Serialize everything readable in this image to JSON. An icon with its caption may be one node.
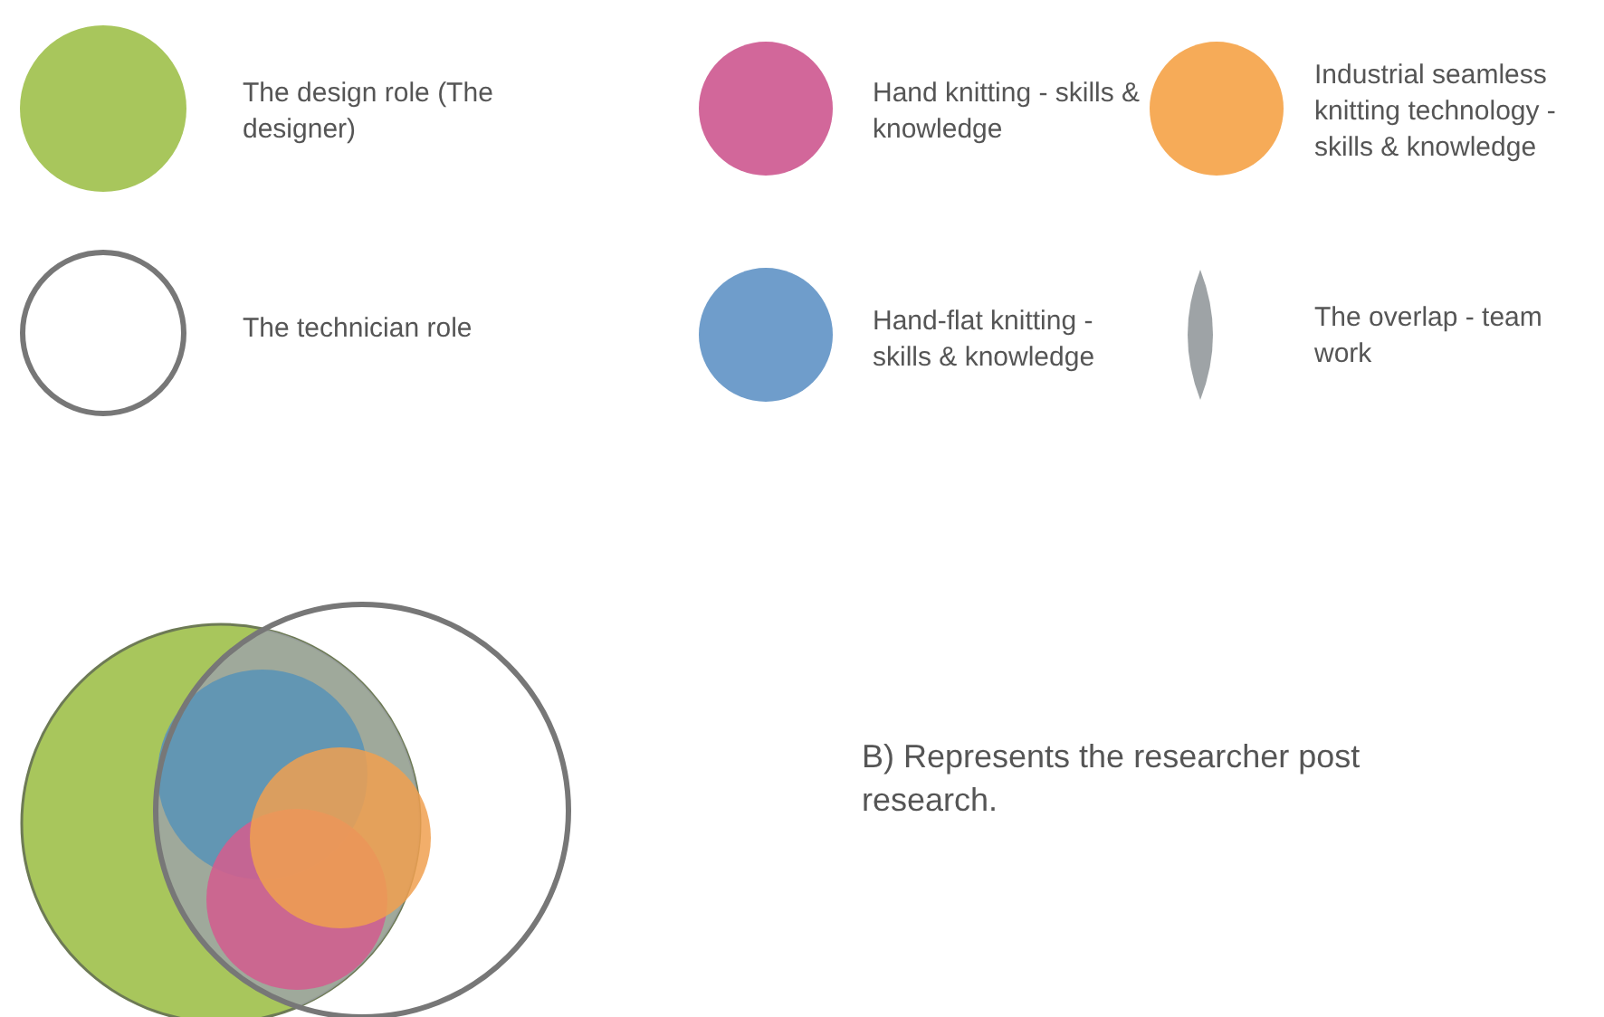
{
  "diagram": {
    "labels": [
      "B) Represents the researcher post research."
    ],
    "legend": [
      {
        "text": "The design role (The designer)",
        "color": "#a8c65c"
      },
      {
        "text": "Hand knitting - skills & knowledge",
        "color": "#d2679a"
      },
      {
        "text": "Industrial seamless knitting technology - skills & knowledge",
        "color": "#f6ab58"
      },
      {
        "text": "The technician role"
      },
      {
        "text": "Hand-flat knitting - skills & knowledge",
        "color": "#6f9dcb"
      },
      {
        "text": "The overlap - team work",
        "color": "#9ea3a6"
      }
    ]
  }
}
